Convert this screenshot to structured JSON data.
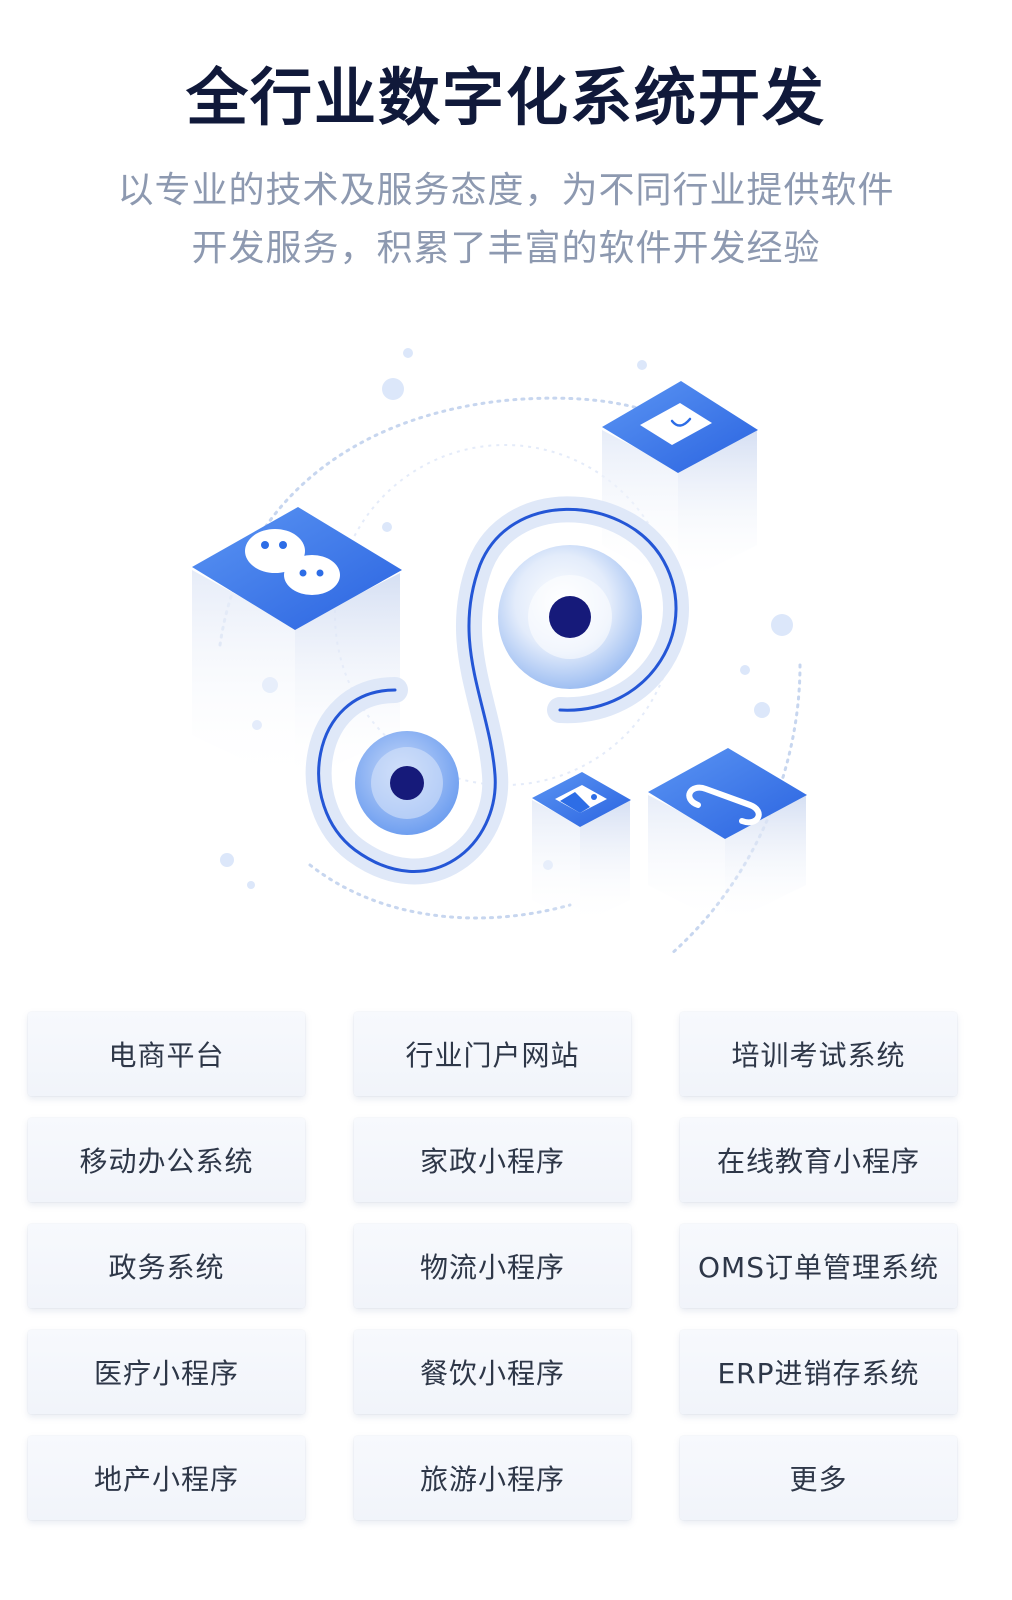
{
  "header": {
    "title": "全行业数字化系统开发",
    "subtitle_line1": "以专业的技术及服务态度，为不同行业提供软件",
    "subtitle_line2": "开发服务，积累了丰富的软件开发经验"
  },
  "colors": {
    "title": "#10193a",
    "subtitle": "#8d99b0",
    "accent": "#2d6de6",
    "accent_light": "#6aa0f5",
    "tile_text": "#2e3748"
  },
  "illustration": {
    "icons": [
      "wechat-icon",
      "chat-app-icon",
      "image-icon",
      "mini-program-icon"
    ]
  },
  "categories": [
    {
      "label": "电商平台"
    },
    {
      "label": "行业门户网站"
    },
    {
      "label": "培训考试系统"
    },
    {
      "label": "移动办公系统"
    },
    {
      "label": "家政小程序"
    },
    {
      "label": "在线教育小程序"
    },
    {
      "label": "政务系统"
    },
    {
      "label": "物流小程序"
    },
    {
      "label": "OMS订单管理系统"
    },
    {
      "label": "医疗小程序"
    },
    {
      "label": "餐饮小程序"
    },
    {
      "label": "ERP进销存系统"
    },
    {
      "label": "地产小程序"
    },
    {
      "label": "旅游小程序"
    },
    {
      "label": "更多"
    }
  ]
}
